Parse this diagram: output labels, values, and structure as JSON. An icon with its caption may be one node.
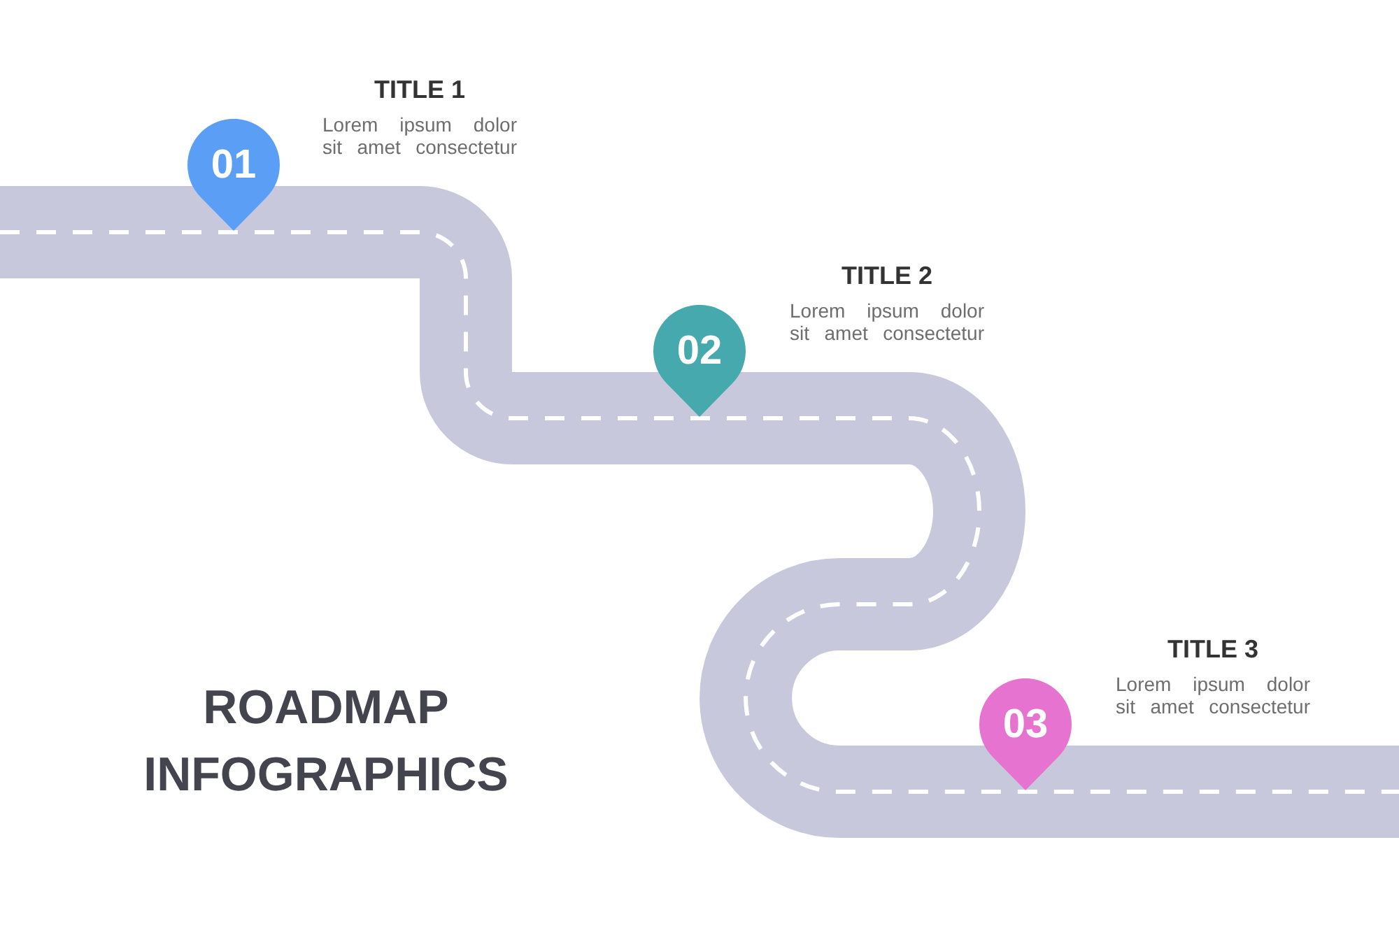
{
  "diagram": {
    "title": "ROADMAP INFOGRAPHICS",
    "nodes": [
      {
        "text": [
          "01"
        ],
        "beside": [
          "TITLE 1",
          "Lorem ipsum dolor sit amet consectetur"
        ]
      },
      {
        "text": [
          "02"
        ],
        "beside": [
          "TITLE 2",
          "Lorem ipsum dolor sit amet consectetur"
        ]
      },
      {
        "text": [
          "03"
        ],
        "beside": [
          "TITLE 3",
          "Lorem ipsum dolor sit amet consectetur"
        ]
      }
    ]
  }
}
